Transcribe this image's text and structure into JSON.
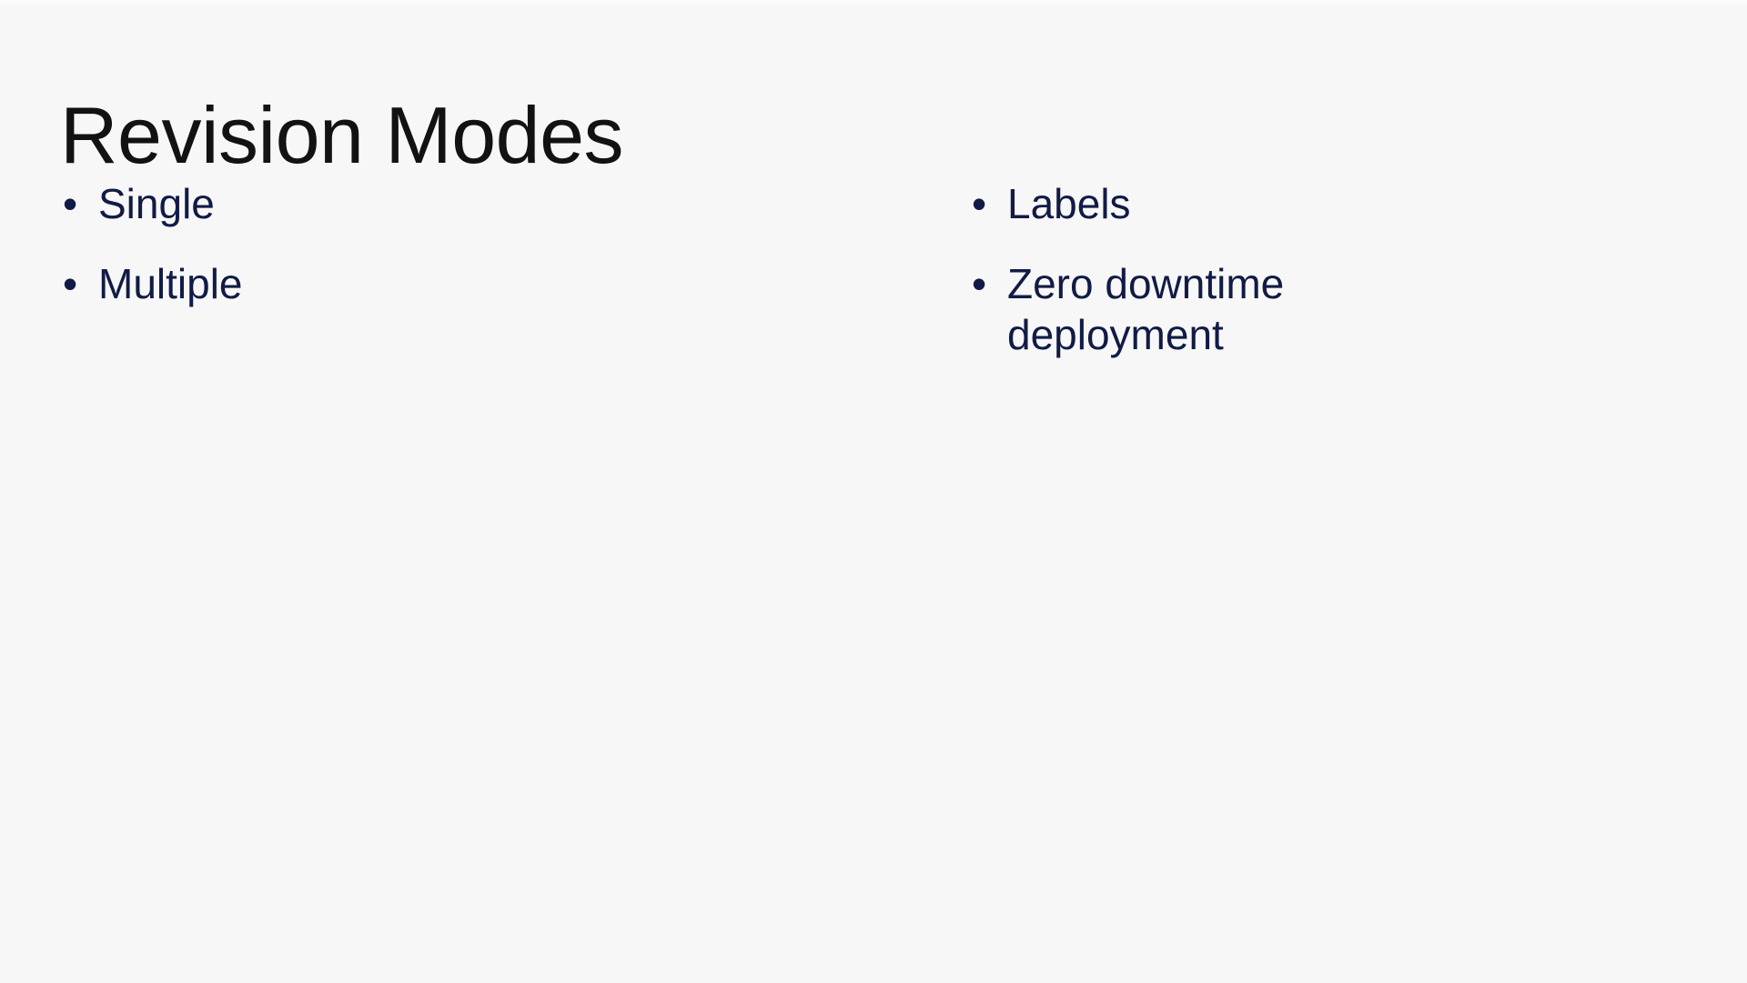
{
  "slide": {
    "title": "Revision Modes",
    "background_color": "#f7f7f7",
    "title_color": "#121212",
    "bullet_color": "#111b45",
    "bullet_marker": "•",
    "columns": [
      {
        "name": "left-column",
        "items": [
          {
            "text": "Single"
          },
          {
            "text": "Multiple"
          }
        ]
      },
      {
        "name": "right-column",
        "items": [
          {
            "text": "Labels"
          },
          {
            "text": "Zero downtime deployment"
          }
        ]
      }
    ]
  }
}
